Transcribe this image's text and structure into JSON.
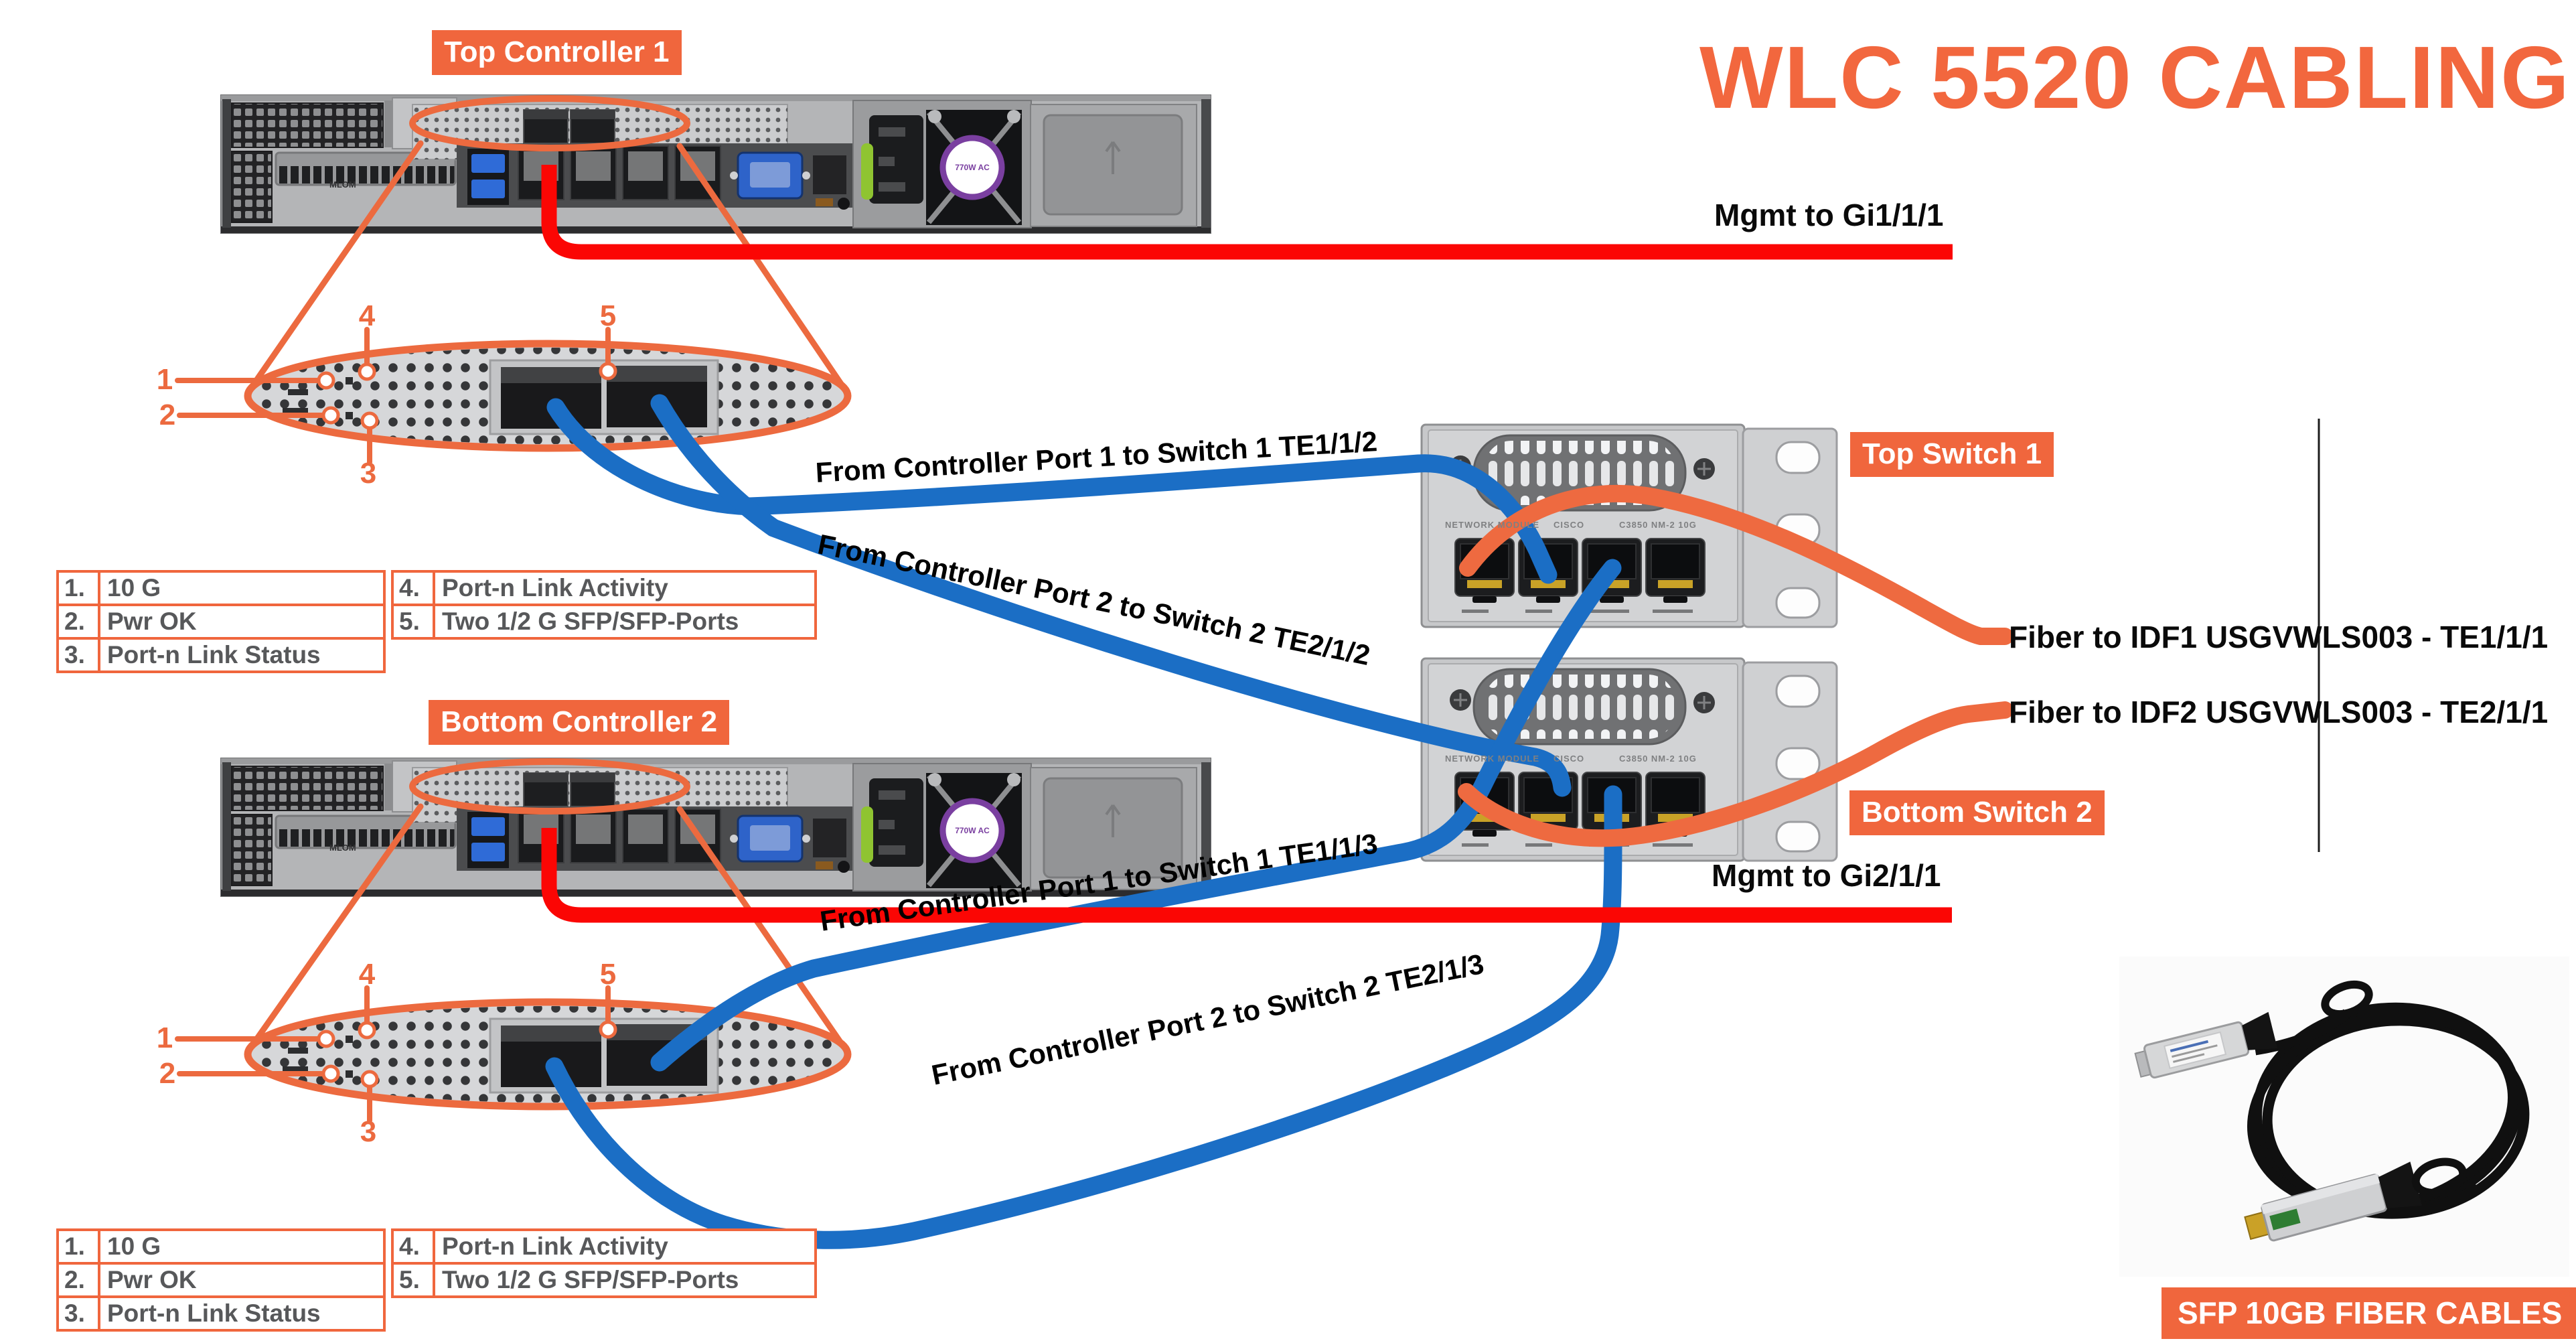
{
  "title": "WLC 5520 CABLING",
  "colors": {
    "title_orange": "#f2673e",
    "accent_orange": "#f0663d",
    "fiber_orange": "#ee6a40",
    "cable_blue": "#1b6ec5",
    "cable_red": "#fb0604",
    "legend_text": "#57585a"
  },
  "devices": {
    "top_controller": {
      "label": "Top Controller 1",
      "mlom": "MLOM",
      "psu": "770W AC"
    },
    "bottom_controller": {
      "label": "Bottom Controller 2",
      "mlom": "MLOM",
      "psu": "770W AC"
    },
    "top_switch": {
      "label": "Top Switch 1",
      "module_left": "NETWORK MODULE",
      "module_center": "CISCO",
      "module_right": "C3850 NM-2 10G"
    },
    "bottom_switch": {
      "label": "Bottom Switch 2",
      "module_left": "NETWORK MODULE",
      "module_center": "CISCO",
      "module_right": "C3850 NM-2 10G"
    },
    "sfp_cables": {
      "label": "SFP 10GB FIBER CABLES"
    }
  },
  "connections": {
    "mgmt1": "Mgmt to Gi1/1/1",
    "mgmt2": "Mgmt to Gi2/1/1",
    "ctrl1_port1": "From Controller Port 1 to Switch 1 TE1/1/2",
    "ctrl1_port2": "From Controller Port 2 to Switch 2 TE2/1/2",
    "ctrl2_port1": "From Controller Port 1 to Switch 1 TE1/1/3",
    "ctrl2_port2": "From Controller Port 2 to Switch 2 TE2/1/3",
    "fiber1": "Fiber to IDF1 USGVWLS003 - TE1/1/1",
    "fiber2": "Fiber to IDF2 USGVWLS003 - TE2/1/1"
  },
  "legend": {
    "items": [
      {
        "num": "1.",
        "label": "10 G"
      },
      {
        "num": "2.",
        "label": "Pwr OK"
      },
      {
        "num": "3.",
        "label": "Port-n Link Status"
      },
      {
        "num": "4.",
        "label": "Port-n Link Activity"
      },
      {
        "num": "5.",
        "label": "Two 1/2 G SFP/SFP-Ports"
      }
    ]
  },
  "callouts": {
    "n1": "1",
    "n2": "2",
    "n3": "3",
    "n4": "4",
    "n5": "5"
  }
}
